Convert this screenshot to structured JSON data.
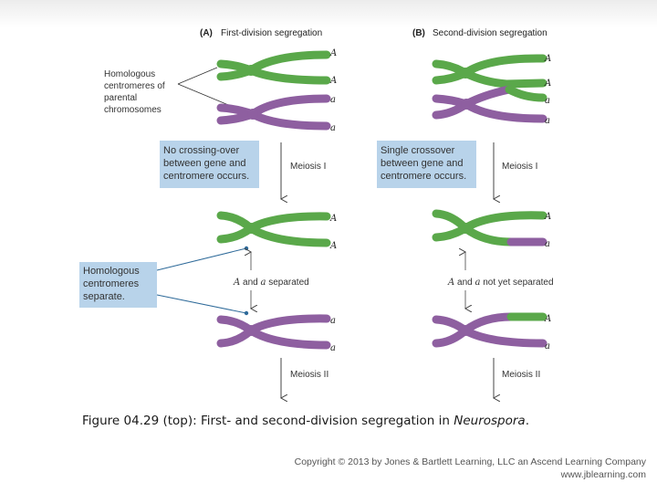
{
  "panels": {
    "a": {
      "letter": "(A)",
      "title": "First-division segregation"
    },
    "b": {
      "letter": "(B)",
      "title": "Second-division segregation"
    }
  },
  "labels": {
    "homologous_left": [
      "Homologous",
      "centromeres of",
      "parental",
      "chromosomes"
    ],
    "no_crossover": [
      "No crossing-over",
      "between gene and",
      "centromere occurs."
    ],
    "single_crossover": [
      "Single crossover",
      "between gene and",
      "centromere occurs."
    ],
    "homologous_separate": [
      "Homologous",
      "centromeres",
      "separate."
    ],
    "meiosis_1": "Meiosis I",
    "meiosis_2": "Meiosis II",
    "separated_a": {
      "big": "A",
      "mid": " and ",
      "small": "a",
      "rest": " separated"
    },
    "separated_b": {
      "big": "A",
      "mid": " and ",
      "small": "a",
      "rest": " not yet separated"
    }
  },
  "alleles": {
    "a_top": [
      "A",
      "A",
      "a",
      "a"
    ],
    "b_top": [
      "A",
      "A",
      "a",
      "a"
    ],
    "a_m1": [
      "A",
      "A"
    ],
    "a_m2": [
      "a",
      "a"
    ],
    "b_m1": [
      "A",
      "a"
    ],
    "b_m2": [
      "A",
      "a"
    ]
  },
  "caption": {
    "prefix": "Figure 04.29 (top): First- and second-division segregation in ",
    "italic": "Neurospora",
    "suffix": "."
  },
  "copyright": {
    "line1": "Copyright © 2013 by Jones & Bartlett Learning, LLC an Ascend Learning Company",
    "line2": "www.jblearning.com"
  },
  "colors": {
    "green": "#5aa84a",
    "purple": "#8e5fa0",
    "box": "#b8d3ea",
    "pointer": "#2f6b9a",
    "arrow": "#444444"
  }
}
